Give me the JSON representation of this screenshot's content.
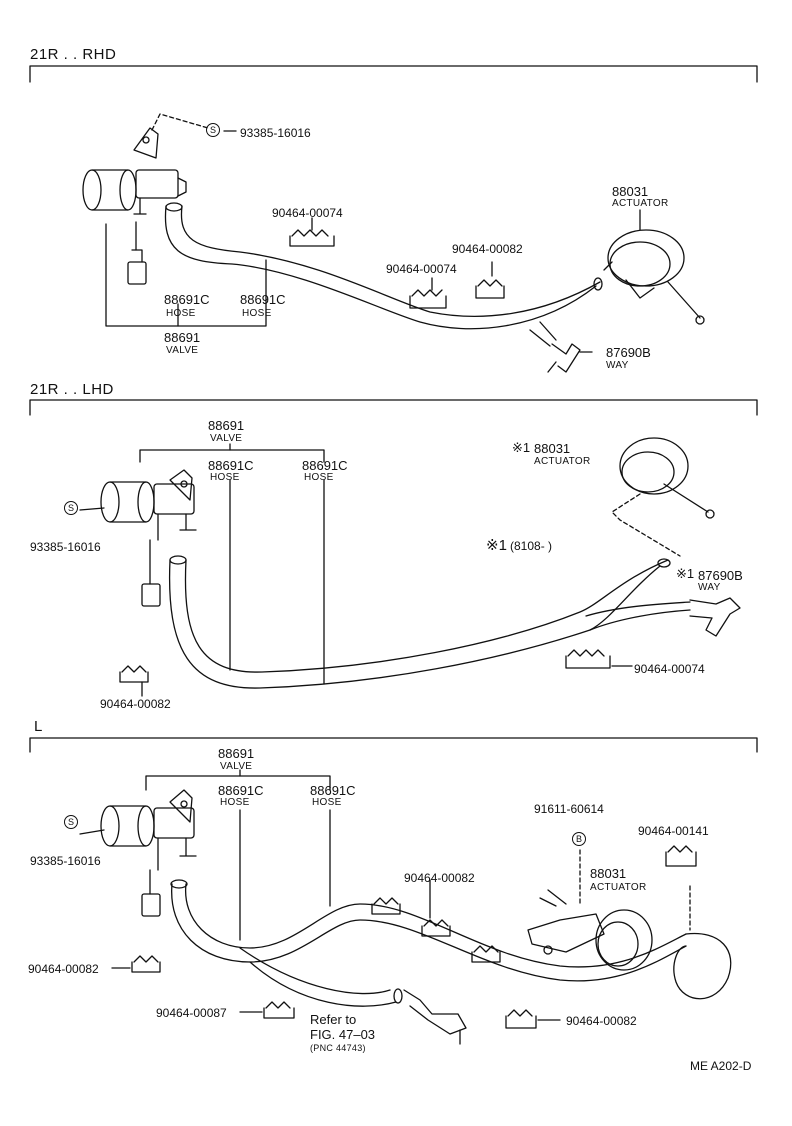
{
  "sections": [
    {
      "title": "21R . . RHD",
      "labels": {
        "bolt_pn": "93385-16016",
        "bolt_mark": "S",
        "clamp_a_pn": "90464-00074",
        "clamp_b_pn": "90464-00074",
        "clamp_c_pn": "90464-00082",
        "actuator_pn": "88031",
        "actuator_name": "ACTUATOR",
        "hose_a_pn": "88691C",
        "hose_a_name": "HOSE",
        "hose_b_pn": "88691C",
        "hose_b_name": "HOSE",
        "valve_pn": "88691",
        "valve_name": "VALVE",
        "way_pn": "87690B",
        "way_name": "WAY"
      }
    },
    {
      "title": "21R . . LHD",
      "labels": {
        "valve_pn": "88691",
        "valve_name": "VALVE",
        "hose_a_pn": "88691C",
        "hose_a_name": "HOSE",
        "hose_b_pn": "88691C",
        "hose_b_name": "HOSE",
        "actuator_mark": "※1",
        "actuator_pn": "88031",
        "actuator_name": "ACTUATOR",
        "bolt_mark": "S",
        "bolt_pn": "93385-16016",
        "note_mark": "※1",
        "note_text": "(8108-          )",
        "way_mark": "※1",
        "way_pn": "87690B",
        "way_name": "WAY",
        "clamp_a_pn": "90464-00074",
        "clamp_b_pn": "90464-00082"
      }
    },
    {
      "title": "L",
      "labels": {
        "valve_pn": "88691",
        "valve_name": "VALVE",
        "hose_a_pn": "88691C",
        "hose_a_name": "HOSE",
        "hose_b_pn": "88691C",
        "hose_b_name": "HOSE",
        "bolt_mark": "S",
        "bolt_pn": "93385-16016",
        "bracket_bolt_pn": "91611-60614",
        "bracket_bolt_mark": "B",
        "clamp_top_pn": "90464-00141",
        "clamp_mid_pn": "90464-00082",
        "actuator_pn": "88031",
        "actuator_name": "ACTUATOR",
        "clamp_left_pn": "90464-00082",
        "clamp_bottom_pn": "90464-00087",
        "refer_line1": "Refer to",
        "refer_line2": "FIG. 47–03",
        "refer_pnc": "(PNC 44743)",
        "clamp_right_pn": "90464-00082"
      }
    }
  ],
  "footer_code": "ME A202-D"
}
